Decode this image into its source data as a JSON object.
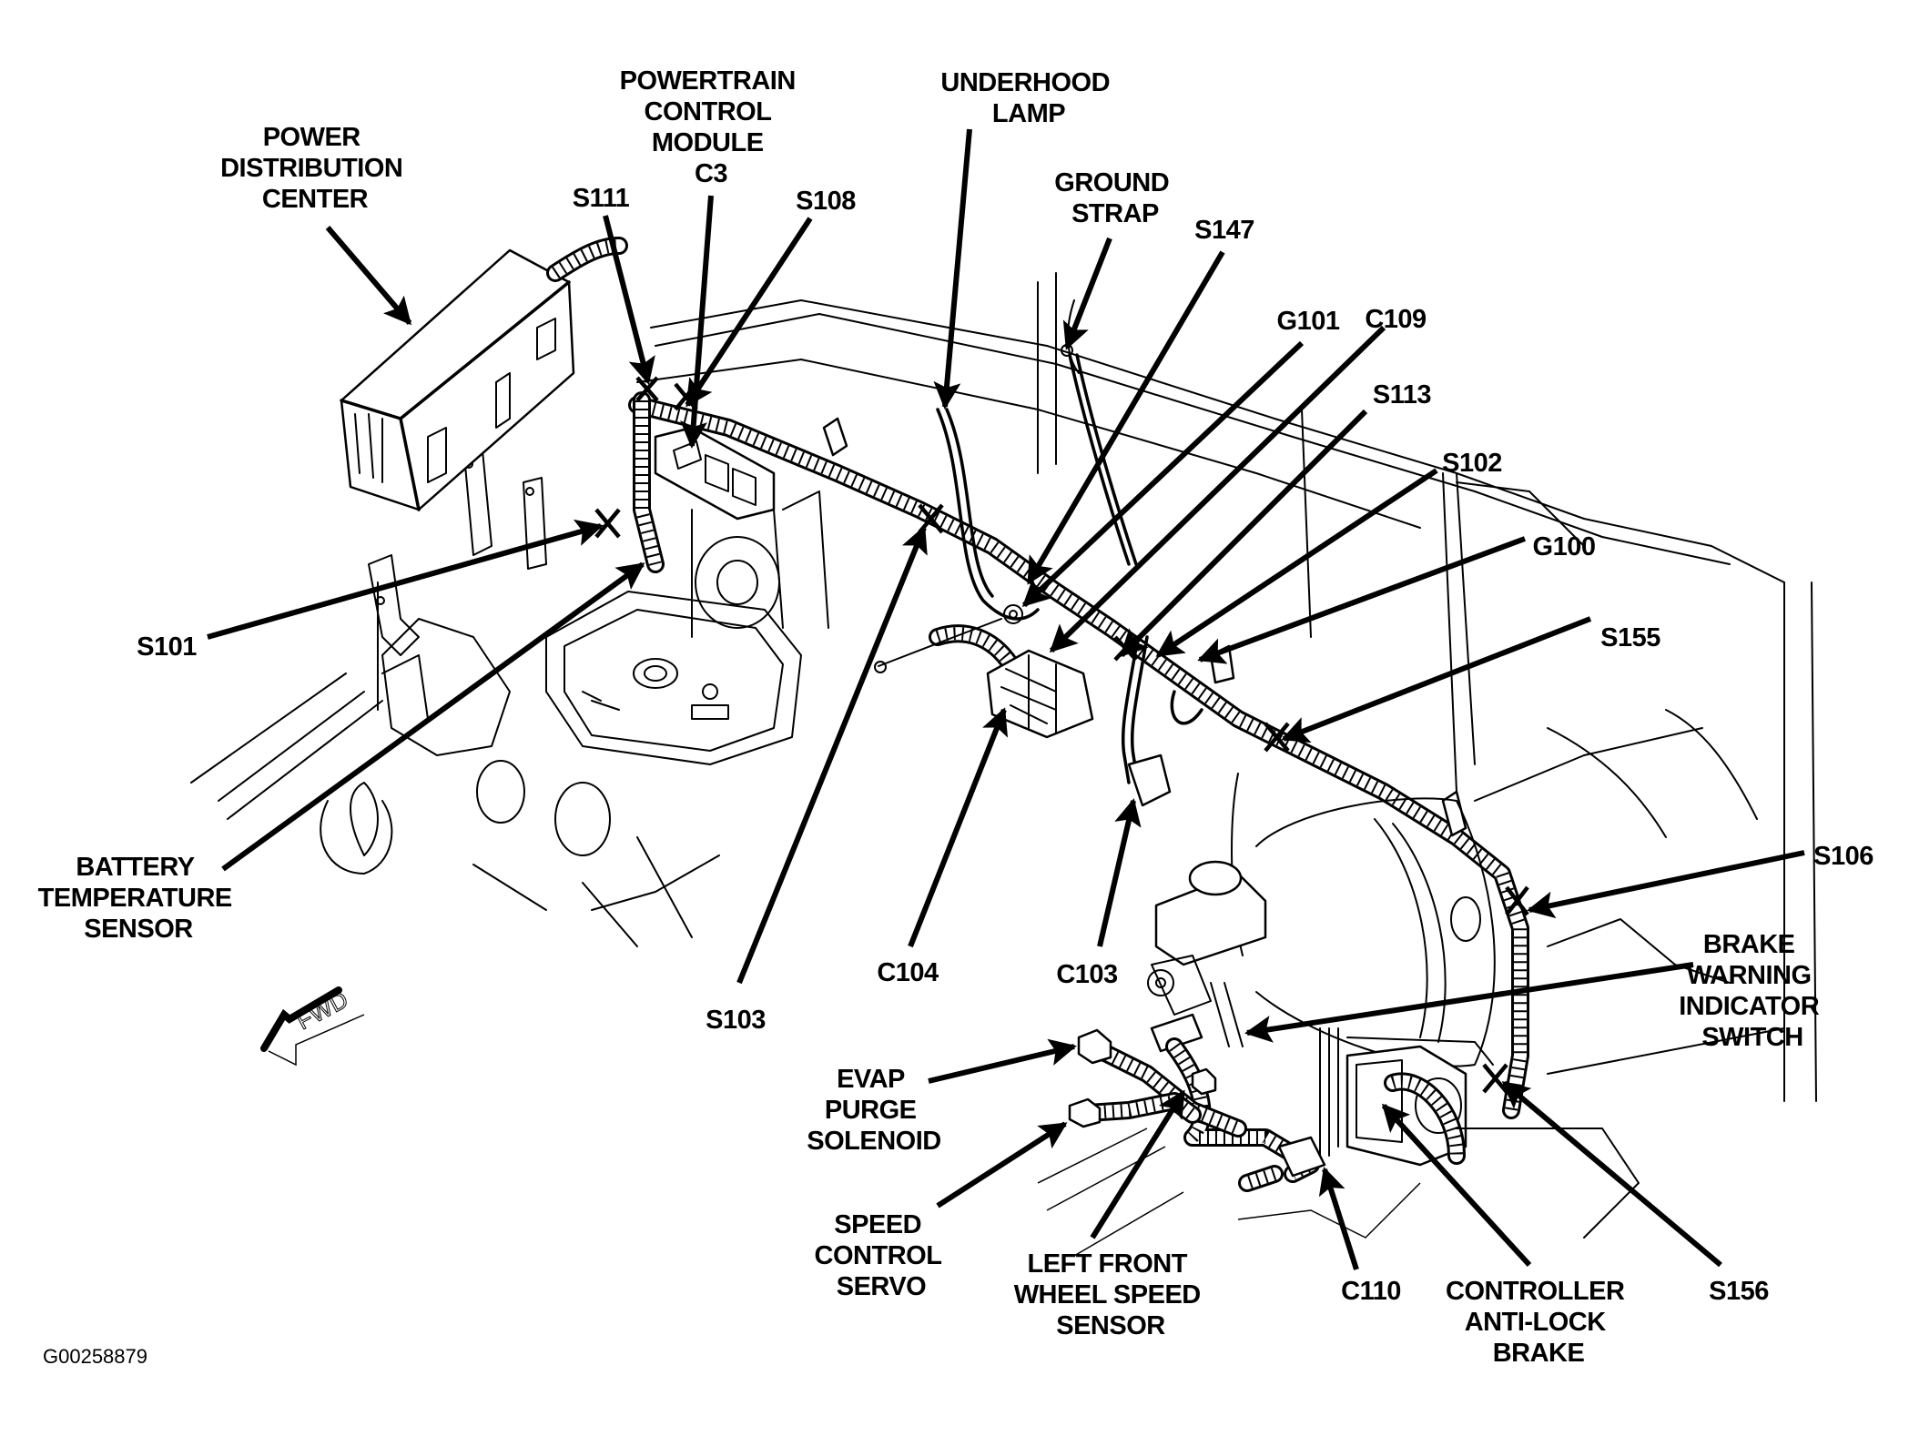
{
  "diagram": {
    "title": "Engine compartment wiring component locations",
    "figure_id": "G00258879",
    "direction_indicator": {
      "icon": "fwd-arrow-icon",
      "text": "FWD"
    },
    "callouts": [
      {
        "id": "power-distribution-center",
        "lines": [
          "POWER",
          "DISTRIBUTION",
          "CENTER"
        ]
      },
      {
        "id": "powertrain-control-module-c3",
        "lines": [
          "POWERTRAIN",
          "CONTROL",
          "MODULE",
          "C3"
        ]
      },
      {
        "id": "s111",
        "lines": [
          "S111"
        ]
      },
      {
        "id": "s108",
        "lines": [
          "S108"
        ]
      },
      {
        "id": "underhood-lamp",
        "lines": [
          "UNDERHOOD",
          "LAMP"
        ]
      },
      {
        "id": "ground-strap",
        "lines": [
          "GROUND",
          "STRAP"
        ]
      },
      {
        "id": "s147",
        "lines": [
          "S147"
        ]
      },
      {
        "id": "g101",
        "lines": [
          "G101"
        ]
      },
      {
        "id": "c109",
        "lines": [
          "C109"
        ]
      },
      {
        "id": "s113",
        "lines": [
          "S113"
        ]
      },
      {
        "id": "s102",
        "lines": [
          "S102"
        ]
      },
      {
        "id": "g100",
        "lines": [
          "G100"
        ]
      },
      {
        "id": "s155",
        "lines": [
          "S155"
        ]
      },
      {
        "id": "s106",
        "lines": [
          "S106"
        ]
      },
      {
        "id": "brake-warning-indicator-switch",
        "lines": [
          "BRAKE",
          "WARNING",
          "INDICATOR",
          "SWITCH"
        ]
      },
      {
        "id": "s101",
        "lines": [
          "S101"
        ]
      },
      {
        "id": "battery-temperature-sensor",
        "lines": [
          "BATTERY",
          "TEMPERATURE",
          "SENSOR"
        ]
      },
      {
        "id": "s103",
        "lines": [
          "S103"
        ]
      },
      {
        "id": "c104",
        "lines": [
          "C104"
        ]
      },
      {
        "id": "c103",
        "lines": [
          "C103"
        ]
      },
      {
        "id": "evap-purge-solenoid",
        "lines": [
          "EVAP",
          "PURGE",
          "SOLENOID"
        ]
      },
      {
        "id": "speed-control-servo",
        "lines": [
          "SPEED",
          "CONTROL",
          "SERVO"
        ]
      },
      {
        "id": "left-front-wheel-speed-sensor",
        "lines": [
          "LEFT FRONT",
          "WHEEL SPEED",
          "SENSOR"
        ]
      },
      {
        "id": "c110",
        "lines": [
          "C110"
        ]
      },
      {
        "id": "controller-anti-lock-brake",
        "lines": [
          "CONTROLLER",
          "ANTI-LOCK",
          "BRAKE"
        ]
      },
      {
        "id": "s156",
        "lines": [
          "S156"
        ]
      }
    ]
  }
}
